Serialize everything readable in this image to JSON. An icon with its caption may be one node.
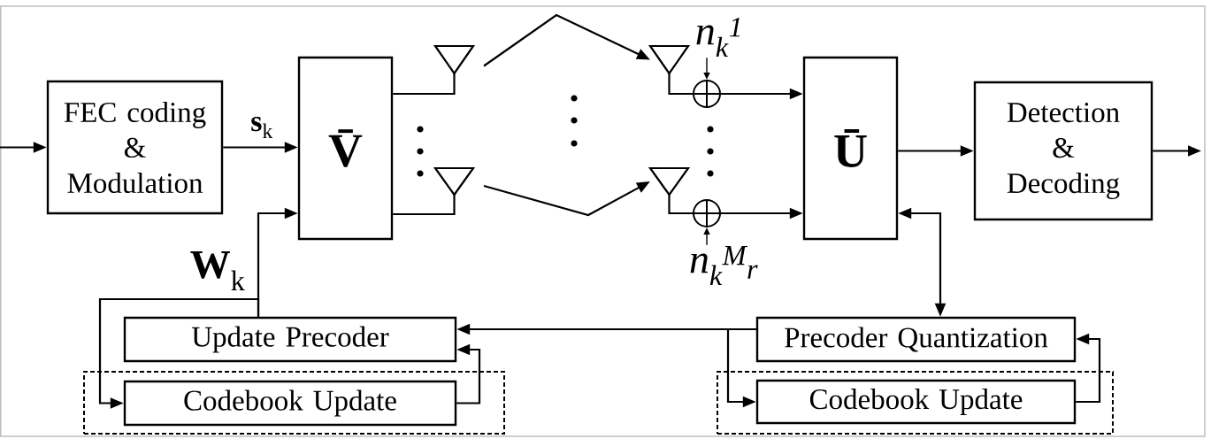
{
  "diagram": {
    "nodes": [
      {
        "text": [
          "FEC coding & Modulation"
        ]
      },
      {
        "text": [
          "V̄"
        ]
      },
      {
        "text": [],
        "shape": "antenna"
      },
      {
        "text": [],
        "shape": "antenna"
      },
      {
        "text": [],
        "shape": "antenna"
      },
      {
        "text": [],
        "shape": "antenna"
      },
      {
        "text": [
          "n$_{k}$$^{1}$"
        ]
      },
      {
        "text": [],
        "shape": "circle"
      },
      {
        "text": [],
        "shape": "circle"
      },
      {
        "text": [
          "n$_{k}$$^{M}$$_{r}$"
        ]
      },
      {
        "text": [
          "Ū"
        ]
      },
      {
        "text": [
          "Detection & Decoding"
        ]
      },
      {
        "text": [
          "Update Precoder"
        ]
      },
      {
        "text": [],
        "shape": "box"
      },
      {
        "text": [
          "Codebook Update"
        ],
        "in": 13
      },
      {
        "text": [
          "Precoder Quantization"
        ]
      },
      {
        "text": [],
        "shape": "box"
      },
      {
        "text": [
          "Codebook Update"
        ],
        "in": 16
      }
    ],
    "edges": [
      {
        "from": null,
        "to": 0,
        "arrow": "to"
      },
      {
        "from": 0,
        "to": 1,
        "arrow": "to",
        "label": "**s**$_{k}$"
      },
      {
        "from": 1,
        "to": 2,
        "arrow": "none"
      },
      {
        "from": 1,
        "to": 3,
        "arrow": "none"
      },
      {
        "from": 2,
        "to": 4,
        "arrow": "to"
      },
      {
        "from": 3,
        "to": 5,
        "arrow": "to"
      },
      {
        "from": 4,
        "to": 7,
        "arrow": "none"
      },
      {
        "from": 6,
        "to": 7,
        "arrow": "to"
      },
      {
        "from": 5,
        "to": 8,
        "arrow": "none"
      },
      {
        "from": 9,
        "to": 8,
        "arrow": "to"
      },
      {
        "from": 7,
        "to": 10,
        "arrow": "to"
      },
      {
        "from": 8,
        "to": 10,
        "arrow": "to"
      },
      {
        "from": 10,
        "to": 11,
        "arrow": "to"
      },
      {
        "from": 11,
        "to": null,
        "arrow": "to"
      },
      {
        "from": 10,
        "to": 15,
        "arrow": "both"
      },
      {
        "from": 15,
        "to": 12,
        "arrow": "to"
      },
      {
        "from": 15,
        "to": 17,
        "arrow": "to"
      },
      {
        "from": 17,
        "to": 15,
        "arrow": "to"
      },
      {
        "from": 12,
        "to": 1,
        "arrow": "to",
        "label": "**W**$_{k}$"
      },
      {
        "from": 12,
        "to": 14,
        "arrow": "to"
      },
      {
        "from": 14,
        "to": 12,
        "arrow": "to"
      }
    ]
  }
}
